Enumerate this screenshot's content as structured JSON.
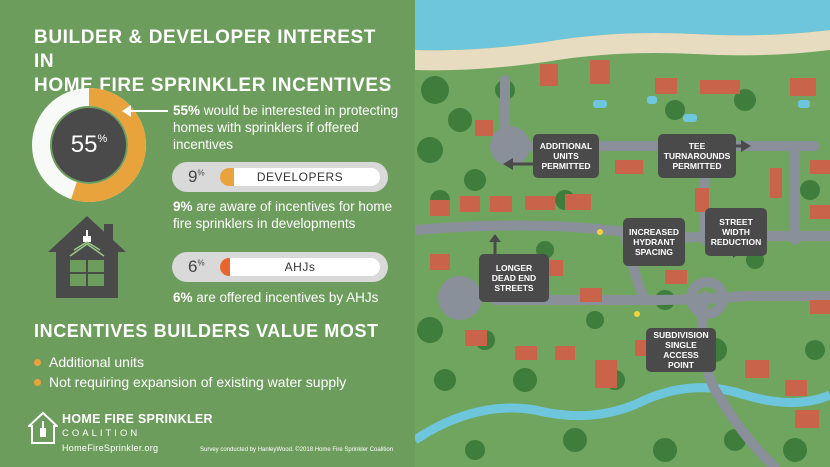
{
  "title": {
    "line1": "BUILDER & DEVELOPER INTEREST IN",
    "line2": "HOME FIRE SPRINKLER INCENTIVES"
  },
  "donut": {
    "value": "55",
    "suffix": "%",
    "fraction": 0.55,
    "track_color": "#ffffff",
    "fill_color": "#e8a33d",
    "center_color": "#4a4a4a"
  },
  "stats": {
    "stat1_bold": "55%",
    "stat1_text": " would be interested in protecting homes with sprinklers if offered incentives",
    "stat2_bold": "9%",
    "stat2_text": " are aware of incentives for home fire sprinklers in developments",
    "stat3_bold": "6%",
    "stat3_text": " are offered incentives by AHJs"
  },
  "bars": [
    {
      "value": "9",
      "suffix": "%",
      "label": "DEVELOPERS",
      "fraction": 0.09,
      "color": "#e8a33d"
    },
    {
      "value": "6",
      "suffix": "%",
      "label": "AHJs",
      "fraction": 0.06,
      "color": "#e8652f"
    }
  ],
  "incentives": {
    "heading": "INCENTIVES BUILDERS VALUE MOST",
    "items": [
      "Additional units",
      "Not requiring expansion of existing water supply"
    ],
    "bullet_color": "#e8a33d"
  },
  "logo": {
    "line1": "HOME FIRE SPRINKLER",
    "line2": "COALITION",
    "line3": "HomeFireSprinkler.org",
    "icon": "house-sprinkler-icon"
  },
  "footer": {
    "note": "Survey conducted by HanleyWood.   ©2018 Home Fire Sprinkler Coalition"
  },
  "map": {
    "callouts": [
      {
        "id": "additional-units",
        "text": "ADDITIONAL UNITS PERMITTED"
      },
      {
        "id": "tee-turnarounds",
        "text": "TEE TURNAROUNDS PERMITTED"
      },
      {
        "id": "street-width",
        "text": "STREET WIDTH REDUCTION"
      },
      {
        "id": "hydrant-spacing",
        "text": "INCREASED HYDRANT SPACING"
      },
      {
        "id": "dead-end",
        "text": "LONGER DEAD END STREETS"
      },
      {
        "id": "access-point",
        "text": "SUBDIVISION SINGLE ACCESS POINT"
      }
    ],
    "colors": {
      "grass": "#6fa55f",
      "road": "#8a9099",
      "sand": "#e8dcc0",
      "water": "#6ec6dd",
      "roof": "#c9634a",
      "tree": "#3f7d3c"
    }
  }
}
